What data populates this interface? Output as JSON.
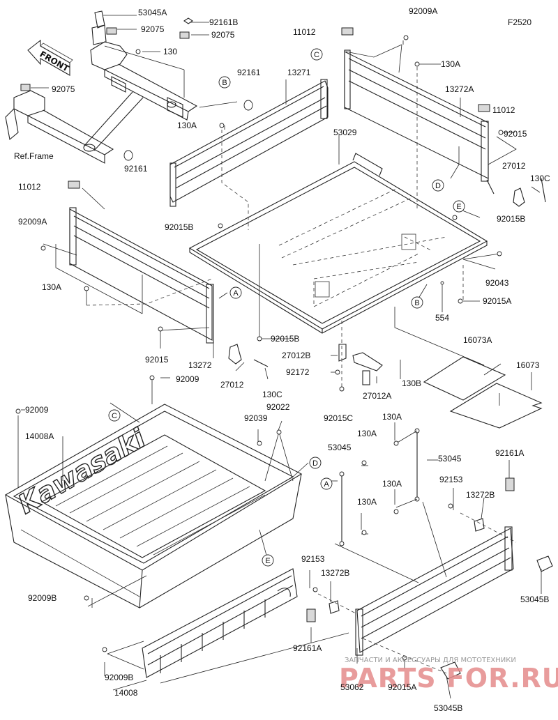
{
  "diagram_code": "F2520",
  "front_label": "FRONT",
  "brand_label": "Kawasaki",
  "ref_frame": "Ref.Frame",
  "watermark": {
    "line1": "ЗАПЧАСТИ И АКСЕССУАРЫ ДЛЯ МОТОТЕХНИКИ",
    "line2": "PARTS FOR.RU"
  },
  "callouts": [
    "A",
    "B",
    "C",
    "D",
    "E"
  ],
  "parts": [
    "53045A",
    "92161B",
    "92075",
    "92075",
    "130",
    "92075",
    "Ref.Frame",
    "92161",
    "92161",
    "130A",
    "13271",
    "B",
    "C",
    "11012",
    "92009A",
    "130A",
    "13272A",
    "11012",
    "92015",
    "27012",
    "130C",
    "53029",
    "92015B",
    "92015B",
    "E",
    "D",
    "92043",
    "92015A",
    "554",
    "B",
    "11012",
    "92009A",
    "130A",
    "A",
    "92015",
    "92015B",
    "13272",
    "27012",
    "130C",
    "27012B",
    "92172",
    "27012A",
    "130B",
    "92015C",
    "16073A",
    "16073",
    "92009",
    "92009",
    "C",
    "14008A",
    "92039",
    "92022",
    "D",
    "53045",
    "130A",
    "130A",
    "53045",
    "A",
    "130A",
    "92161A",
    "92153",
    "13272B",
    "130A",
    "E",
    "92009B",
    "92153",
    "13272B",
    "53045B",
    "92161A",
    "92009B",
    "14008",
    "53062",
    "92015A",
    "53045B"
  ]
}
